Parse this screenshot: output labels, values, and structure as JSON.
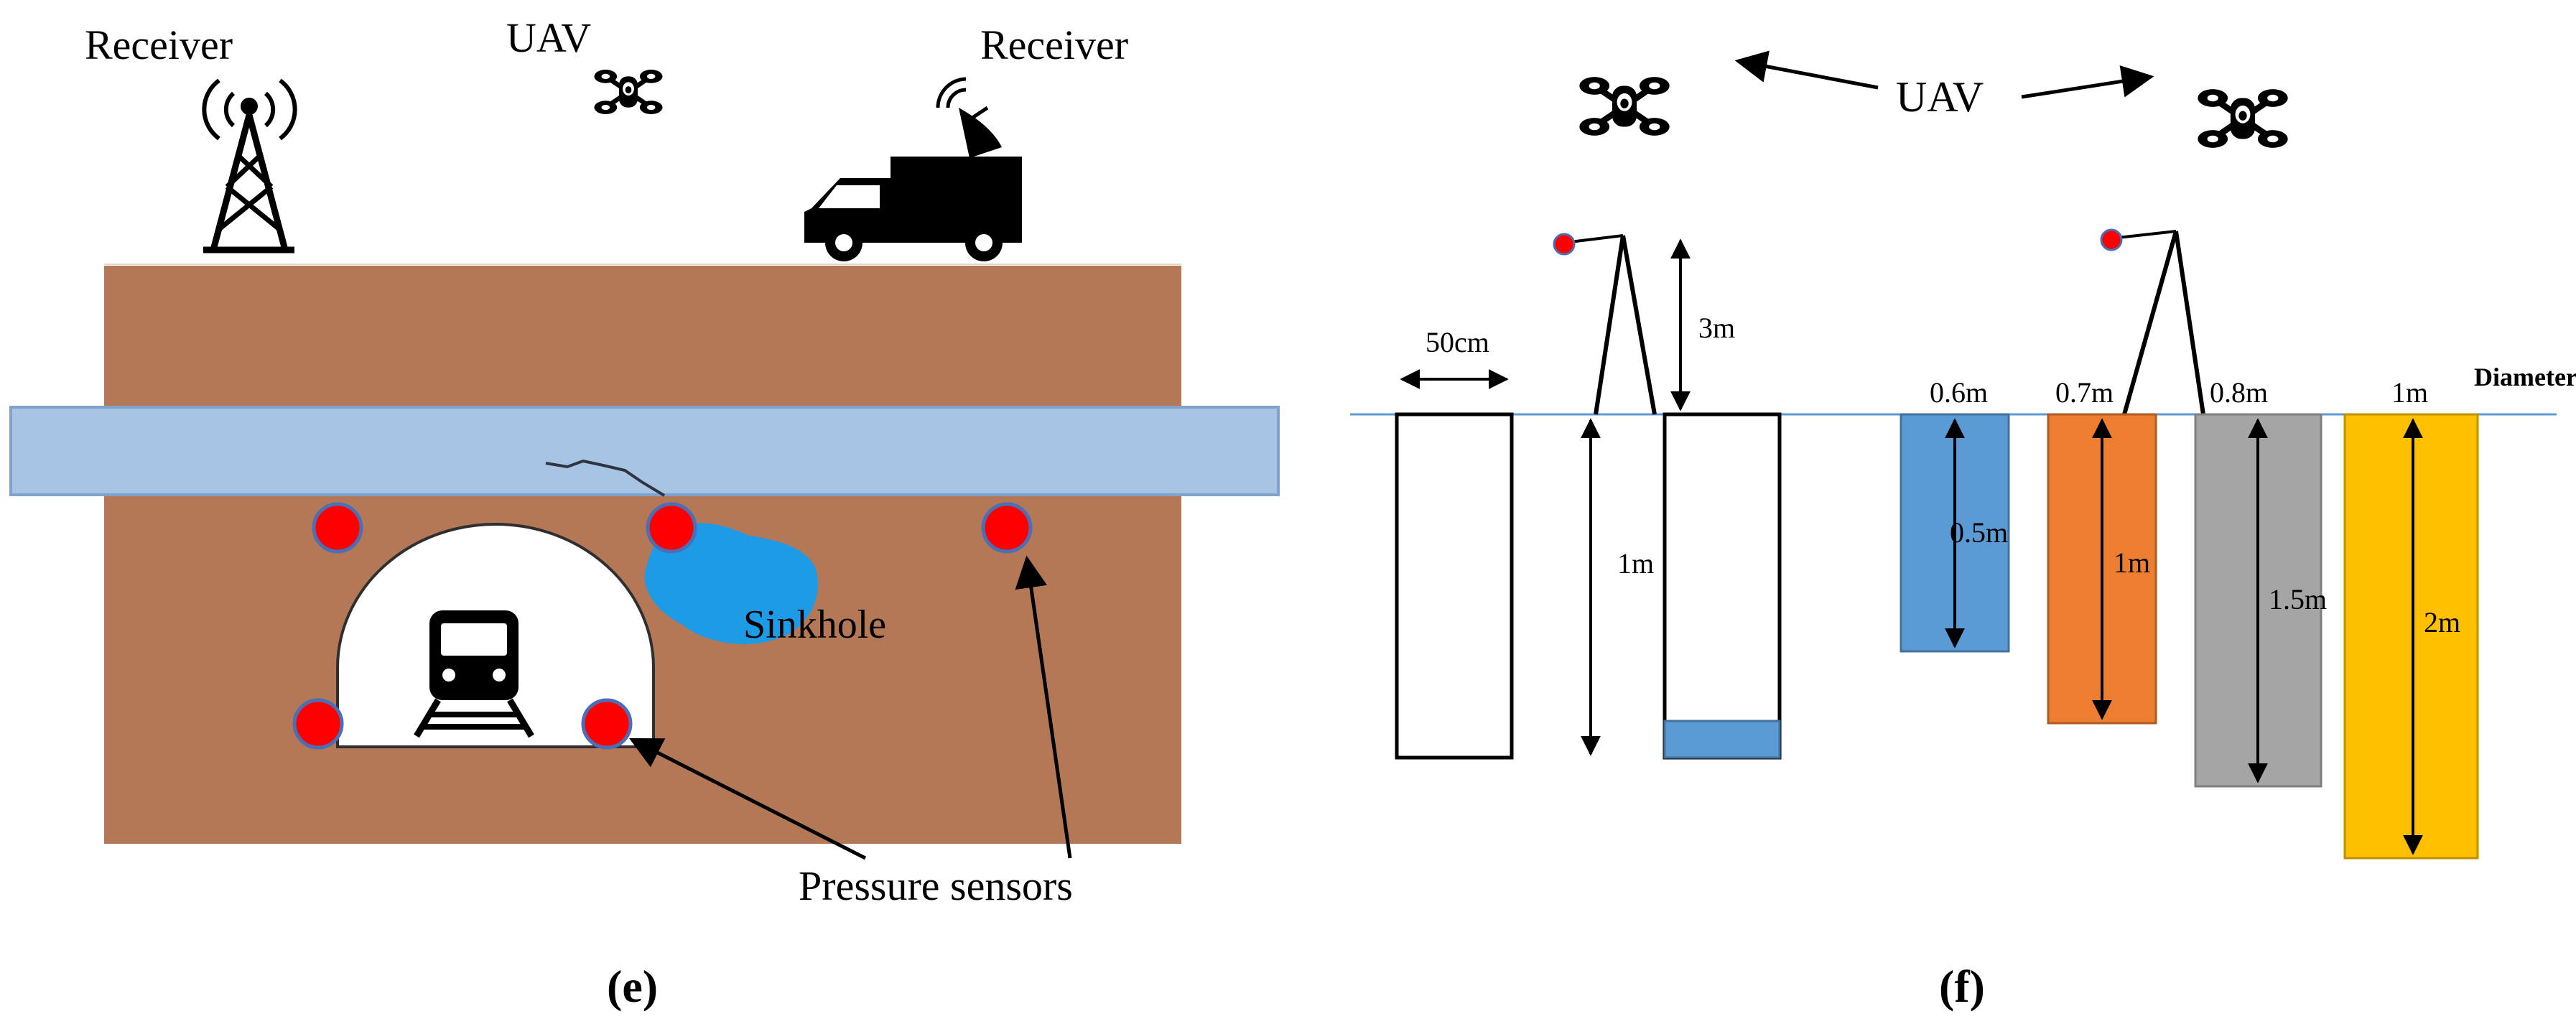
{
  "panel_e": {
    "caption": "(e)",
    "labels": {
      "receiver_left": "Receiver",
      "uav": "UAV",
      "receiver_right": "Receiver",
      "sinkhole": "Sinkhole",
      "pressure_sensors": "Pressure sensors"
    },
    "colors": {
      "soil": "#b57856",
      "pipe": "#a8c4e4",
      "pipe_border": "#7fa3cc",
      "sensor": "#ff0000",
      "sensor_ring": "#4b6fb6",
      "sinkhole": "#1e9be6"
    }
  },
  "panel_f": {
    "caption": "(f)",
    "labels": {
      "uav": "UAV",
      "width": "50cm",
      "height_above": "3m",
      "depth": "1m",
      "diameter": "Diameter"
    },
    "holes": [
      {
        "diameter": "0.6m",
        "depth": "0.5m",
        "color": "#5b9bd5"
      },
      {
        "diameter": "0.7m",
        "depth": "1m",
        "color": "#ed7d31"
      },
      {
        "diameter": "0.8m",
        "depth": "1.5m",
        "color": "#a5a5a5"
      },
      {
        "diameter": "1m",
        "depth": "2m",
        "color": "#ffc000"
      }
    ],
    "colors": {
      "ground_line": "#5b9bd5",
      "water": "#5b9bd5",
      "sensor": "#ff0000"
    }
  }
}
